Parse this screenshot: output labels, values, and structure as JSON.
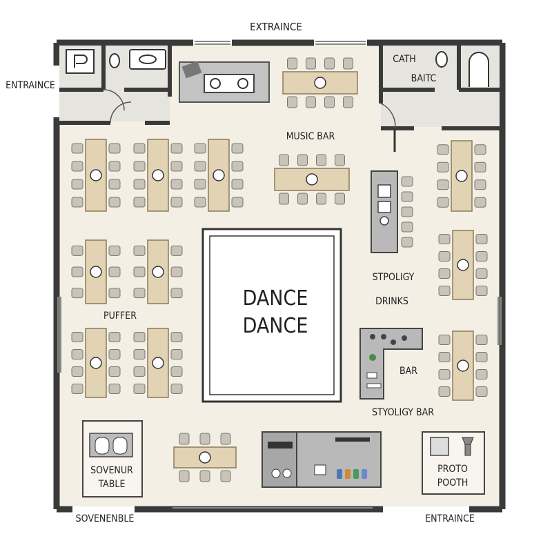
{
  "labels": {
    "entrance_top": "EXTRAINCE",
    "entrance_left": "ENTRAINCE",
    "entrance_bottom_right": "ENTRAINCE",
    "bottom_left": "SOVENENBLE",
    "bath_left": "CATH",
    "bath_right": "BAITC",
    "music_bar": "MUSIC BAR",
    "dance_line1": "DANCE",
    "dance_line2": "DANCE",
    "puffer": "PUFFER",
    "stpoligy": "STPOLIGY",
    "drinks": "DRINKS",
    "bar": "BAR",
    "styoligy_bar": "STYOLIGY BAR",
    "souvenir_line1": "SOVENUR",
    "souvenir_line2": "TABLE",
    "photo_line1": "PROTO",
    "photo_line2": "POOTH"
  },
  "colors": {
    "floor": "#f3efe4",
    "wall": "#3a3a3a",
    "table": "#e3d3b5",
    "chair": "#c9c3b8",
    "counter": "#b9b9b9"
  }
}
